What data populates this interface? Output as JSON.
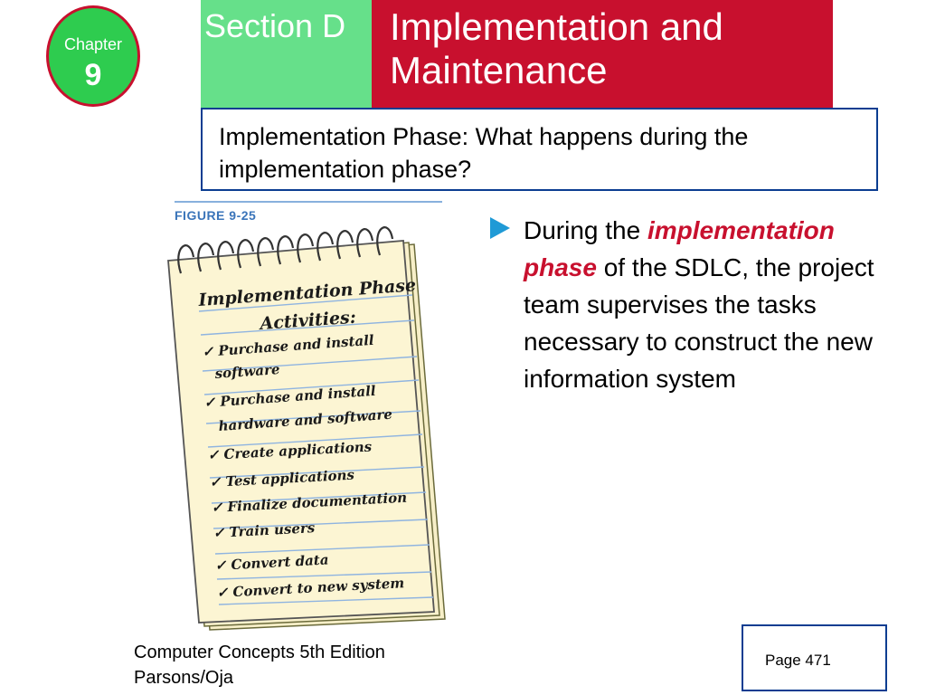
{
  "chapter": {
    "label": "Chapter",
    "number": "9"
  },
  "section": {
    "label": "Section D"
  },
  "title": {
    "text": "Implementation and Maintenance"
  },
  "subtitle": {
    "text": "Implementation Phase: What happens during the implementation phase?"
  },
  "figure": {
    "label": "FIGURE 9-25",
    "notepad_title_line1": "Implementation Phase",
    "notepad_title_line2": "Activities:",
    "items": [
      {
        "line1": "Purchase and install",
        "line2": "software"
      },
      {
        "line1": "Purchase and install",
        "line2": "hardware and software"
      },
      {
        "line1": "Create applications"
      },
      {
        "line1": "Test applications"
      },
      {
        "line1": "Finalize documentation"
      },
      {
        "line1": "Train users"
      },
      {
        "line1": "Convert data"
      },
      {
        "line1": "Convert to new system"
      }
    ]
  },
  "bullet": {
    "before": "During the ",
    "emphasis": "implementation phase",
    "after": " of the SDLC, the project team supervises the tasks necessary to construct the new information system"
  },
  "footer": {
    "line1": "Computer Concepts 5th Edition",
    "line2": "Parsons/Oja"
  },
  "page": {
    "label": "Page 471"
  },
  "colors": {
    "green": "#2ecc4f",
    "light_green": "#66e08a",
    "red": "#c8102e",
    "blue_border": "#0b3d91",
    "arrow": "#1f9ad6"
  }
}
